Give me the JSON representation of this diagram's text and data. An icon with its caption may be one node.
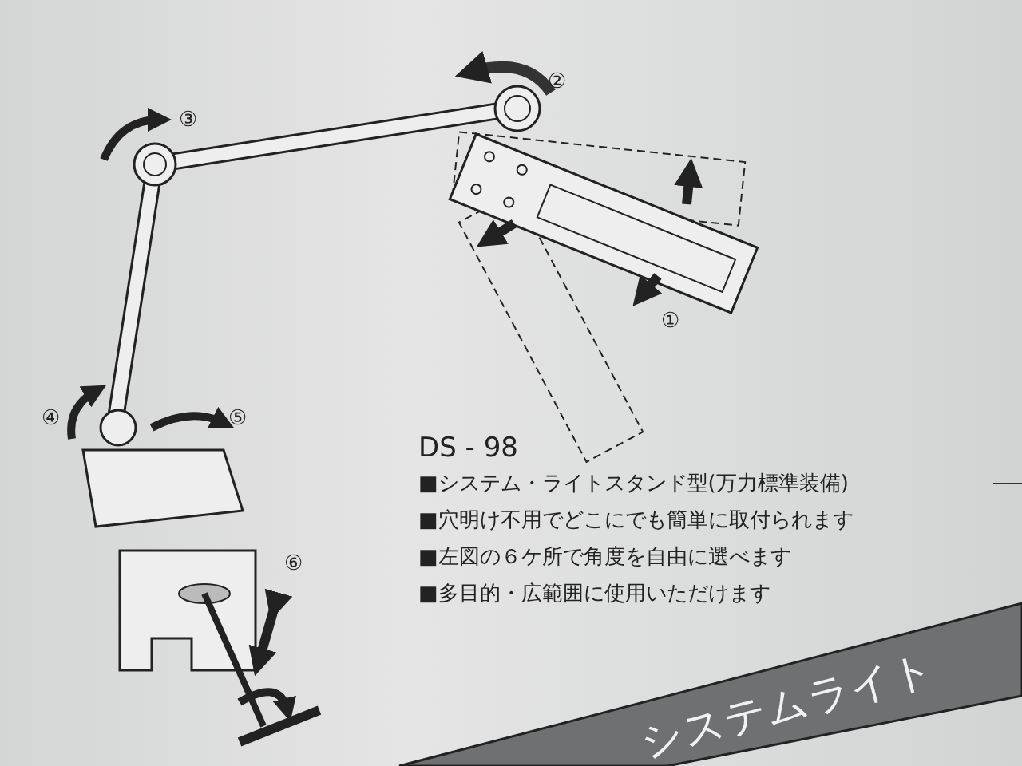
{
  "diagram": {
    "labels": [
      "②",
      "③",
      "①",
      "④",
      "⑤",
      "DS - 98",
      "■システム・ライトスタンド型(万力標準装備)",
      "■穴明け不用でどこにでも簡単に取付られます",
      "■左図の６ケ所で角度を自由に選べます",
      "⑥",
      "■多目的・広範囲に使用いただけます",
      "システムライト"
    ]
  }
}
